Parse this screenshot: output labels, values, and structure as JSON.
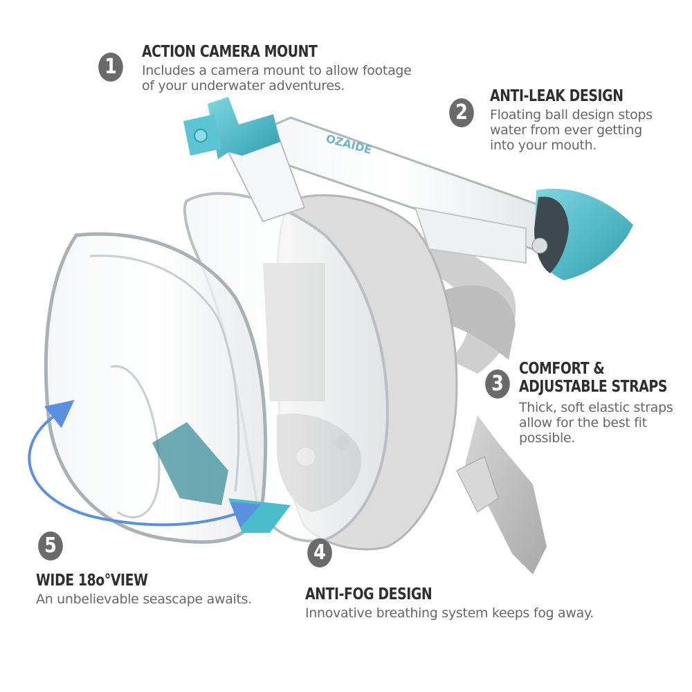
{
  "colors": {
    "badge_fill": "#6a6a6a",
    "title_text": "#2e2e2e",
    "desc_text": "#666666",
    "accent_teal": "#4bbccb",
    "arrow_blue": "#5b8fe0",
    "strap_gray": "#c4c4c4",
    "frame_gray": "#8a8a8a"
  },
  "product": {
    "tube_brand_text": "OZAIDE"
  },
  "callouts": [
    {
      "number": "1",
      "title": "ACTION CAMERA MOUNT",
      "desc_lines": [
        "Includes a camera mount to allow footage",
        "of your underwater adventures."
      ]
    },
    {
      "number": "2",
      "title": "ANTI-LEAK DESIGN",
      "desc_lines": [
        "Floating ball design stops",
        "water from ever getting",
        "into your mouth."
      ]
    },
    {
      "number": "3",
      "title_lines": [
        "COMFORT &",
        "ADJUSTABLE STRAPS"
      ],
      "desc_lines": [
        "Thick, soft elastic straps",
        "allow for the best fit",
        "possible."
      ]
    },
    {
      "number": "4",
      "title": "ANTI-FOG DESIGN",
      "desc_lines": [
        "Innovative breathing system keeps fog away."
      ]
    },
    {
      "number": "5",
      "title": "WIDE 18o°VIEW",
      "desc_lines": [
        "An unbelievable seascape awaits."
      ]
    }
  ]
}
